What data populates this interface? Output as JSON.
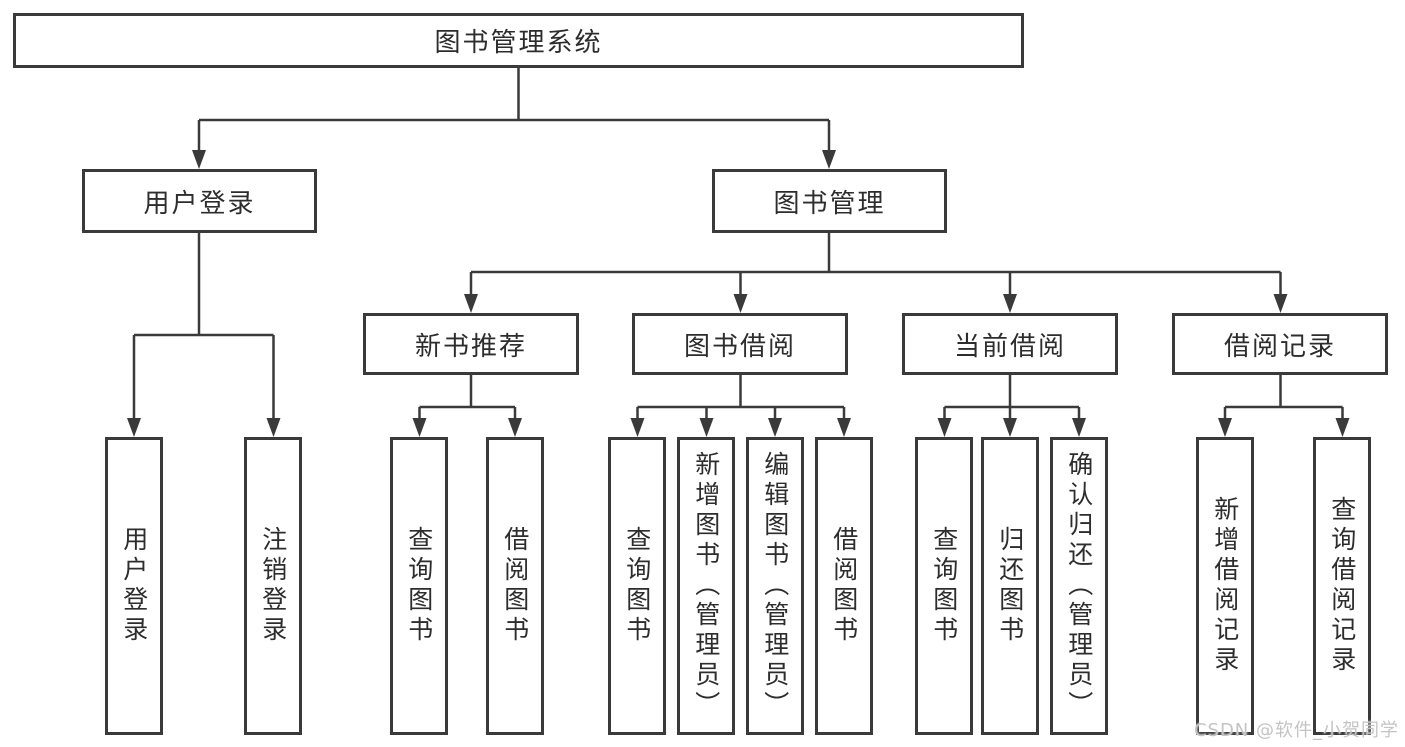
{
  "tree": {
    "root": {
      "label": "图书管理系统"
    },
    "branches": [
      {
        "label": "用户登录",
        "leaves": [
          {
            "label": "用户登录"
          },
          {
            "label": "注销登录"
          }
        ]
      },
      {
        "label": "图书管理",
        "groups": [
          {
            "label": "新书推荐",
            "leaves": [
              {
                "label": "查询图书"
              },
              {
                "label": "借阅图书"
              }
            ]
          },
          {
            "label": "图书借阅",
            "leaves": [
              {
                "label": "查询图书"
              },
              {
                "label": "新增图书（管理员）"
              },
              {
                "label": "编辑图书（管理员）"
              },
              {
                "label": "借阅图书"
              }
            ]
          },
          {
            "label": "当前借阅",
            "leaves": [
              {
                "label": "查询图书"
              },
              {
                "label": "归还图书"
              },
              {
                "label": "确认归还（管理员）"
              }
            ]
          },
          {
            "label": "借阅记录",
            "leaves": [
              {
                "label": "新增借阅记录"
              },
              {
                "label": "查询借阅记录"
              }
            ]
          }
        ]
      }
    ]
  },
  "watermark": {
    "text": "CSDN @软件_小贺同学"
  },
  "colors": {
    "line": "#3a3a3a",
    "box_border": "#3a3a3a",
    "text": "#2d2d2d",
    "background": "#ffffff",
    "watermark": "#c4c4c4"
  }
}
